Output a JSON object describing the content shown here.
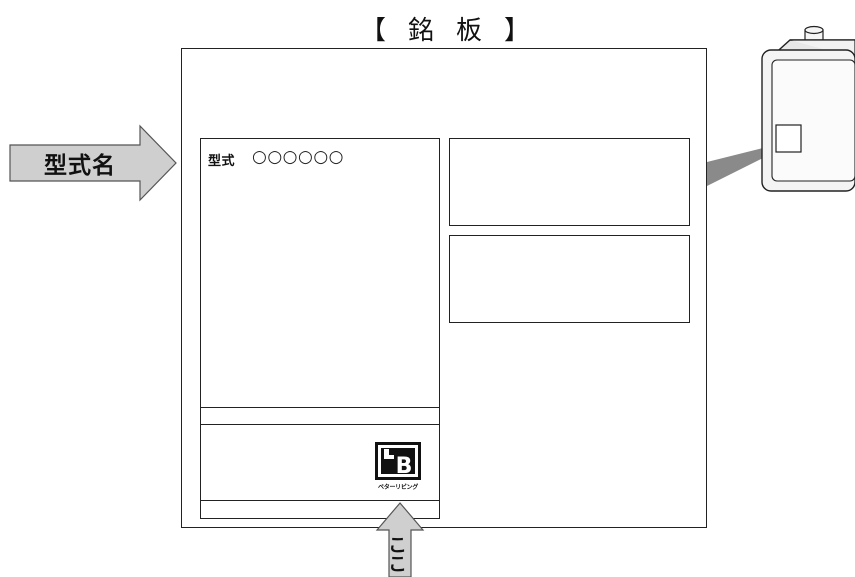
{
  "title": {
    "left_bracket": "【",
    "char1": "銘",
    "char2": "板",
    "right_bracket": "】"
  },
  "callouts": {
    "model_name_label": "型式名",
    "here_label": "ここ"
  },
  "nameplate": {
    "model_field_label": "型式",
    "model_field_value": "○○○○○○",
    "logo_text": "B",
    "logo_caption": "ベターリビング"
  },
  "colors": {
    "arrow_fill": "#cfcfcf",
    "arrow_stroke": "#555555",
    "beam_fill": "#8a8a8a",
    "device_fill": "#efefef",
    "line": "#222222"
  }
}
